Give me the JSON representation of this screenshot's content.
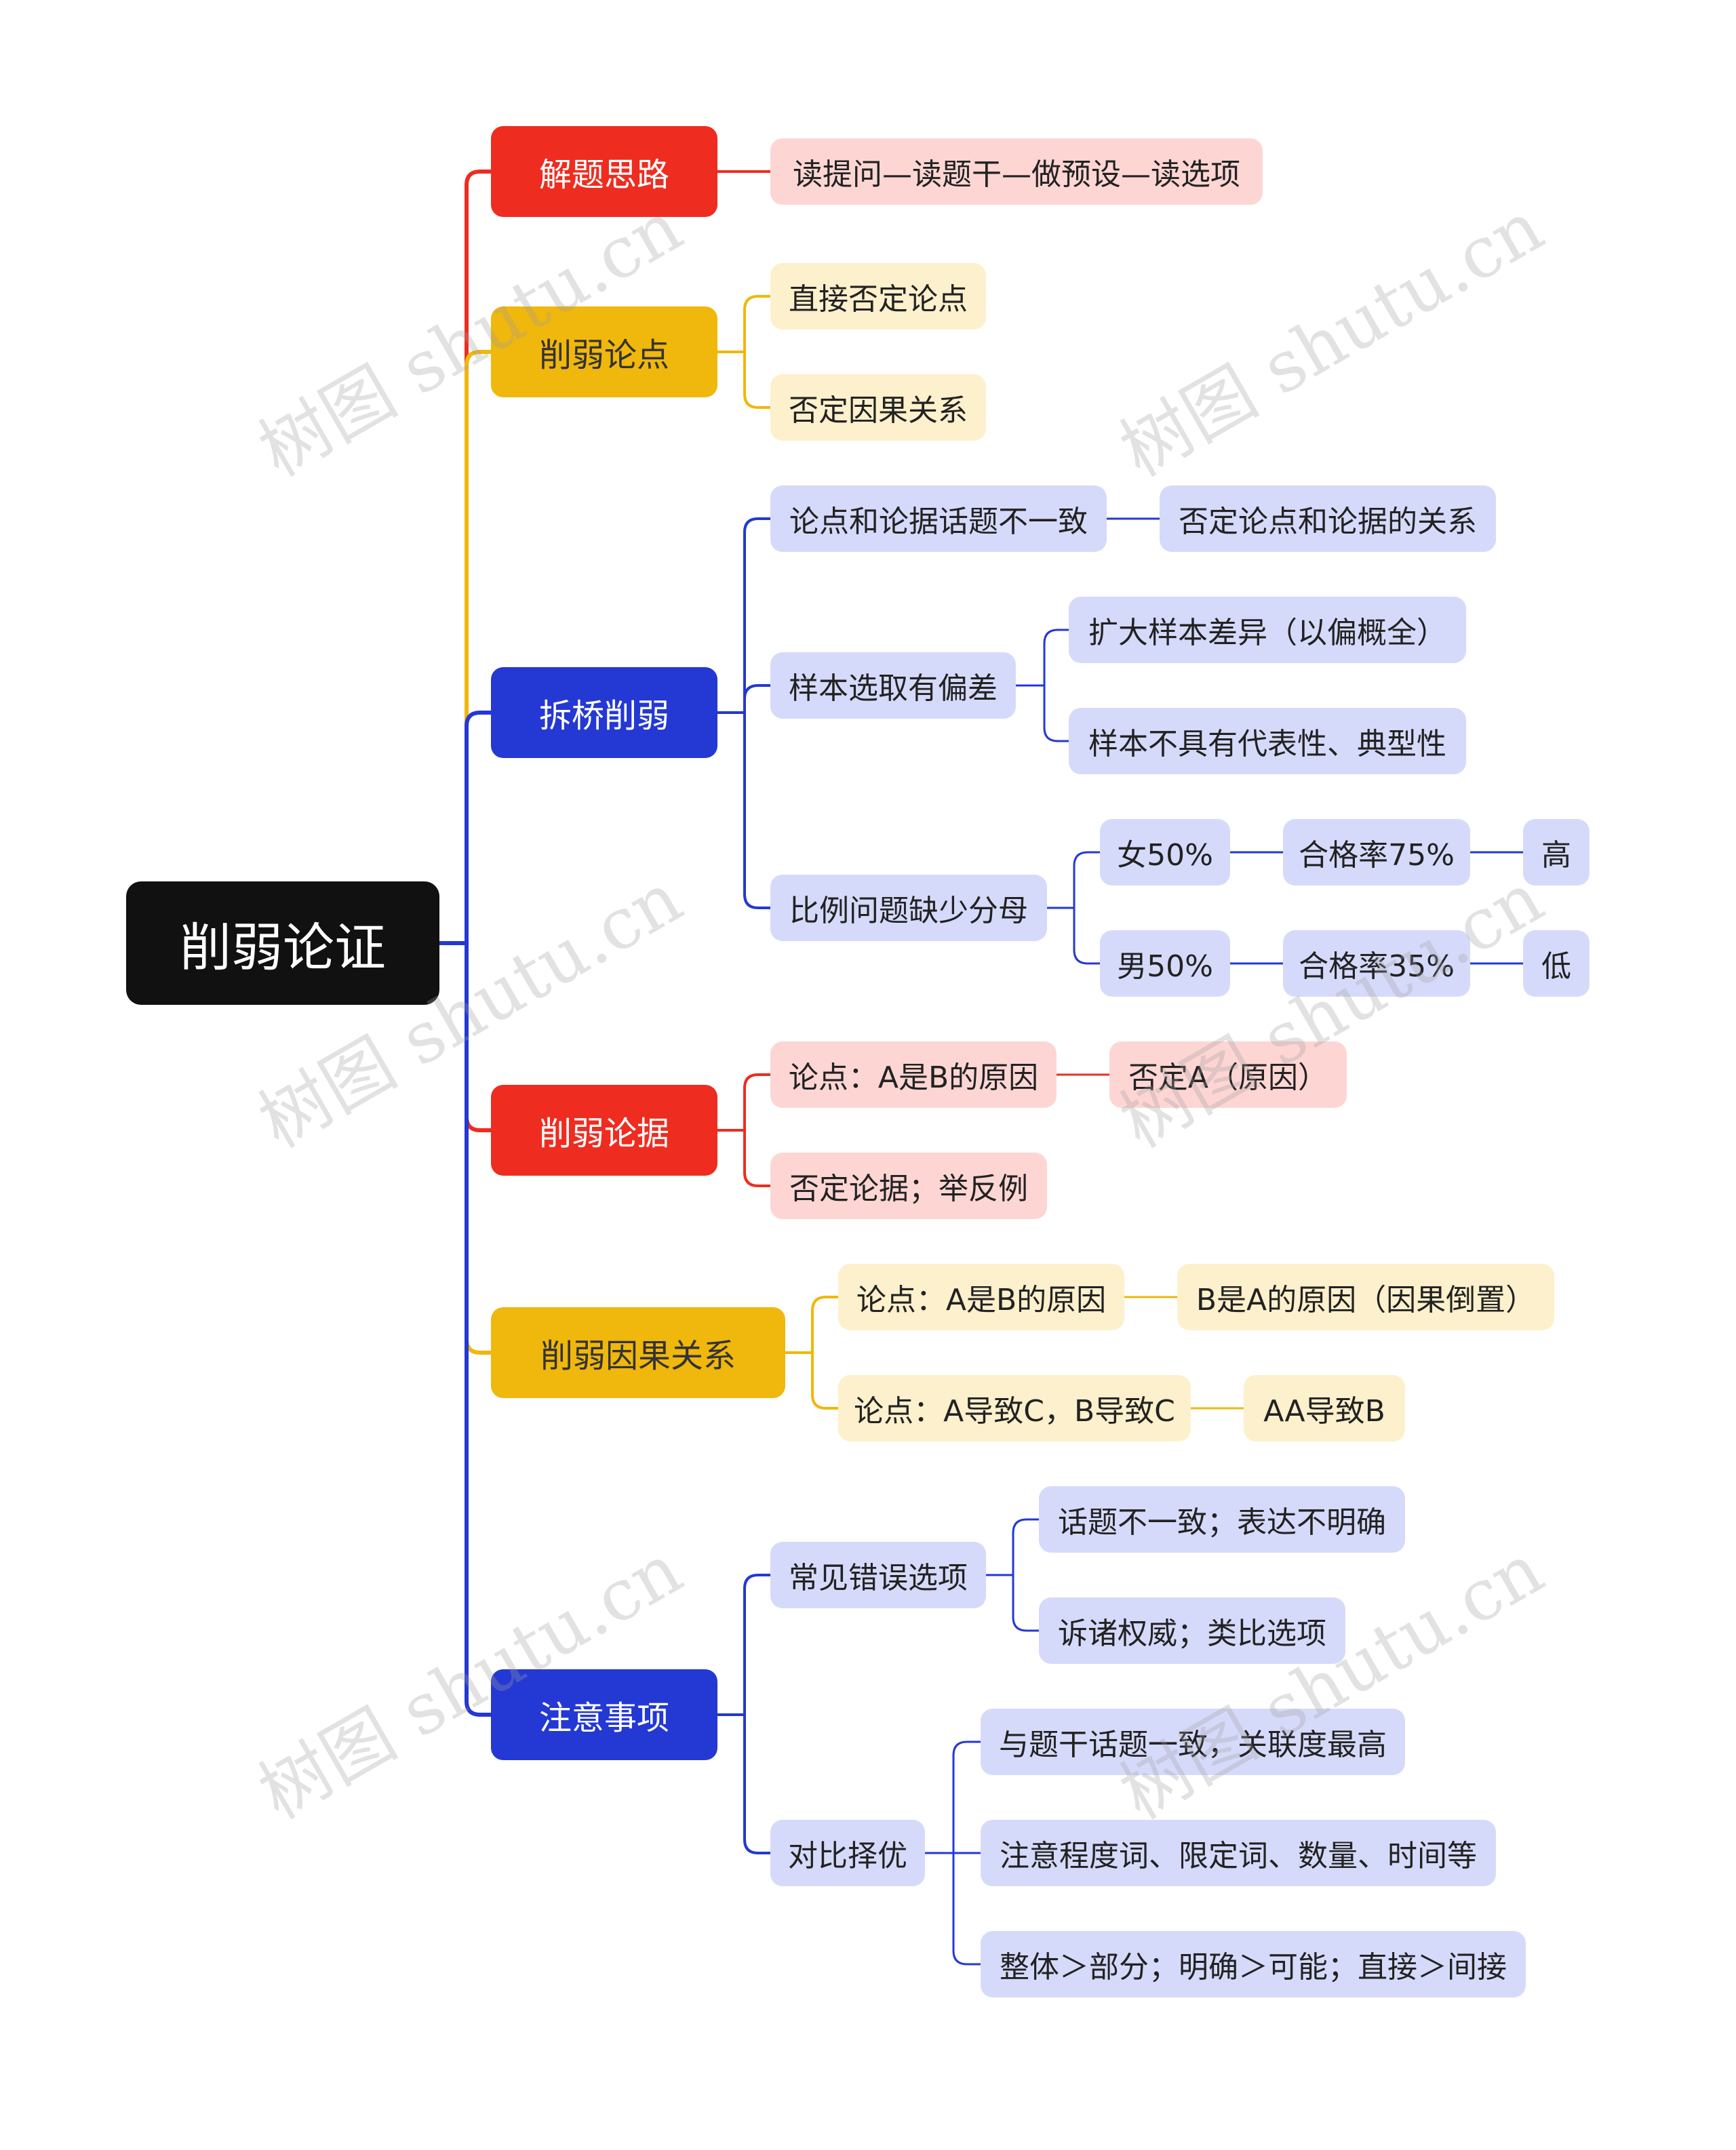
{
  "colors": {
    "root_bg": "#111111",
    "red": "#ee2c20",
    "red_light": "#fdd6d4",
    "yellow": "#f0b70c",
    "yellow_light": "#fdf0cc",
    "blue": "#2438d4",
    "blue_light": "#d6dafa"
  },
  "watermark": "树图 shutu.cn",
  "root": {
    "label": "削弱论证"
  },
  "branches": {
    "jieti": {
      "label": "解题思路",
      "c1": "读提问—读题干—做预设—读选项"
    },
    "lundian": {
      "label": "削弱论点",
      "c1": "直接否定论点",
      "c2": "否定因果关系"
    },
    "chaiqiao": {
      "label": "拆桥削弱",
      "c1": "论点和论据话题不一致",
      "c1a": "否定论点和论据的关系",
      "c2": "样本选取有偏差",
      "c2a": "扩大样本差异（以偏概全）",
      "c2b": "样本不具有代表性、典型性",
      "c3": "比例问题缺少分母",
      "c3a": "女50%",
      "c3a1": "合格率75%",
      "c3a2": "高",
      "c3b": "男50%",
      "c3b1": "合格率35%",
      "c3b2": "低"
    },
    "lunju": {
      "label": "削弱论据",
      "c1": "论点：A是B的原因",
      "c1a": "否定A（原因）",
      "c2": "否定论据；举反例"
    },
    "yinguo": {
      "label": "削弱因果关系",
      "c1": "论点：A是B的原因",
      "c1a": "B是A的原因（因果倒置）",
      "c2": "论点：A导致C，B导致C",
      "c2a": "AA导致B"
    },
    "zhuyi": {
      "label": "注意事项",
      "c1": "常见错误选项",
      "c1a": "话题不一致；表达不明确",
      "c1b": "诉诸权威；类比选项",
      "c2": "对比择优",
      "c2a": "与题干话题一致，关联度最高",
      "c2b": "注意程度词、限定词、数量、时间等",
      "c2c": "整体＞部分；明确＞可能；直接＞间接"
    }
  }
}
